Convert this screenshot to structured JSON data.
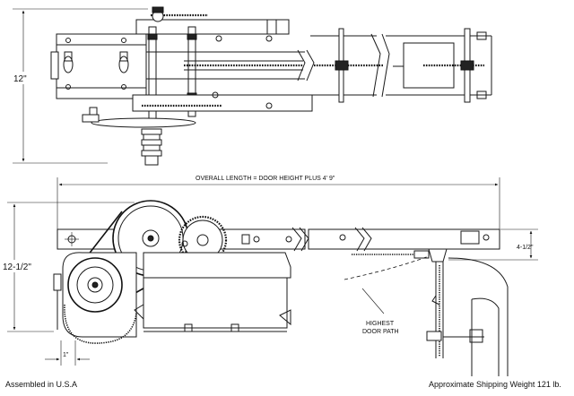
{
  "dimensions": {
    "height_top": "12\"",
    "overall_length": "OVERALL LENGTH = DOOR HEIGHT PLUS 4' 9\"",
    "height_side": "12-1/2\"",
    "offset_right": "4-1/2\"",
    "offset_bottom": "1\""
  },
  "annotations": {
    "highest_door_path_line1": "HIGHEST",
    "highest_door_path_line2": "DOOR PATH"
  },
  "footer": {
    "assembled": "Assembled in U.S.A",
    "shipping_weight": "Approximate Shipping Weight 121 lb."
  }
}
